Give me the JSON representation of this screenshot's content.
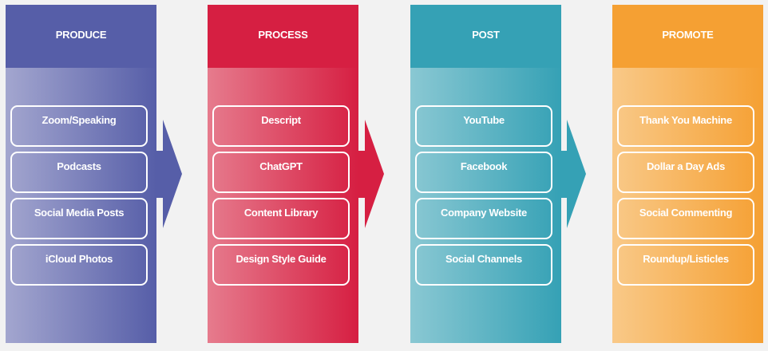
{
  "stages": [
    {
      "title": "PRODUCE",
      "color": "#565ea8",
      "light": "#a3a6cf",
      "items": [
        "Zoom/Speaking",
        "Podcasts",
        "Social Media Posts",
        "iCloud Photos"
      ]
    },
    {
      "title": "PROCESS",
      "color": "#d61f42",
      "light": "#e67b8d",
      "items": [
        "Descript",
        "ChatGPT",
        "Content Library",
        "Design Style Guide"
      ]
    },
    {
      "title": "POST",
      "color": "#35a1b5",
      "light": "#8ac8d3",
      "items": [
        "YouTube",
        "Facebook",
        "Company Website",
        "Social Channels"
      ]
    },
    {
      "title": "PROMOTE",
      "color": "#f5a033",
      "light": "#f9c988",
      "items": [
        "Thank You Machine",
        "Dollar a Day Ads",
        "Social Commenting",
        "Roundup/Listicles"
      ]
    }
  ]
}
